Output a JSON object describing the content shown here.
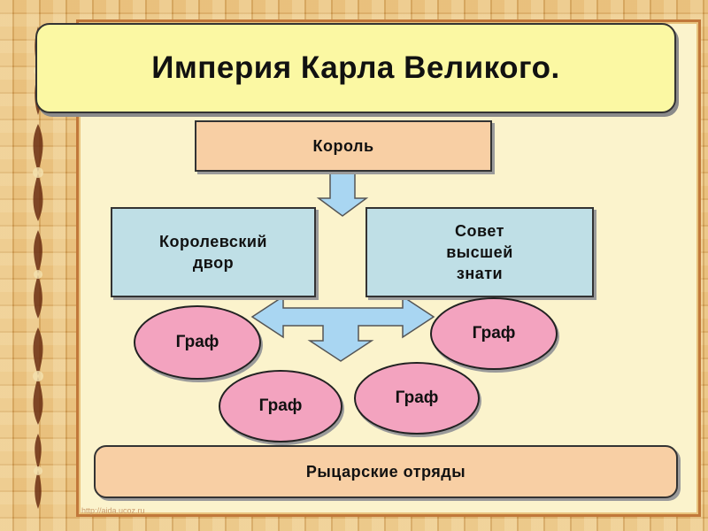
{
  "title": "Империя Карла Великого.",
  "nodes": {
    "king": "Король",
    "court": "Королевский\nдвор",
    "council": "Совет\nвысшей\nзнати",
    "graf_1": "Граф",
    "graf_2": "Граф",
    "graf_3": "Граф",
    "graf_4": "Граф",
    "knights": "Рыцарские отряды"
  },
  "watermark": "http://aida.ucoz.ru",
  "colors": {
    "title_fill": "#fbf8a3",
    "peach_fill": "#f8cfa4",
    "blue_fill": "#bfdfe6",
    "pink_fill": "#f3a3bf",
    "arrow_fill": "#a9d6f2",
    "panel_fill": "#fbf3cc"
  }
}
